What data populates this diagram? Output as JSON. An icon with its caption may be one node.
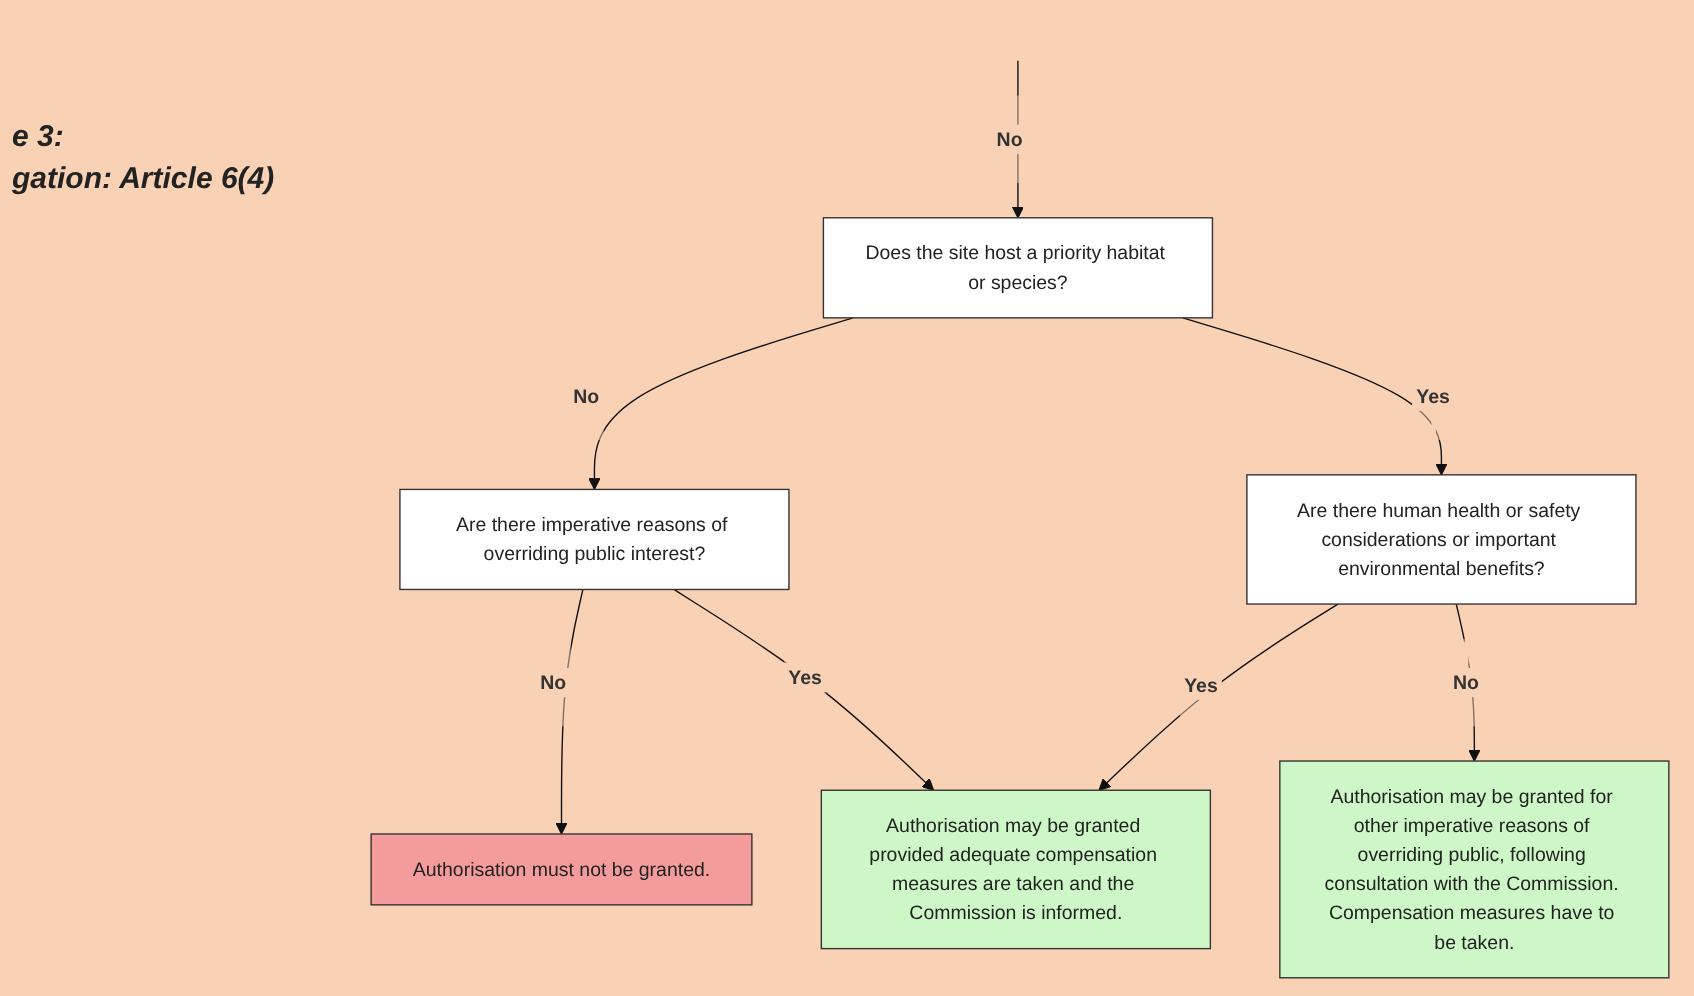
{
  "diagram": {
    "nodes": [
      {
        "text": [
          "Does the site host a priority habitat or species?"
        ]
      },
      {
        "text": [
          "Are there imperative reasons of overriding public interest?"
        ]
      },
      {
        "text": [
          "Are there human health or safety considerations or important environmental benefits?"
        ]
      },
      {
        "text": [
          "Authorisation must not be granted."
        ]
      },
      {
        "text": [
          "Authorisation may be granted provided adequate compensation measures are taken and the Commission is informed."
        ]
      },
      {
        "text": [
          "Authorisation may be granted for other imperative reasons of overriding public, following consultation with the Commission. Compensation measures have to be taken."
        ]
      }
    ],
    "edges": [
      {
        "from": null,
        "to": 0,
        "arrow": "to",
        "label": "No"
      },
      {
        "from": 0,
        "to": 1,
        "arrow": "to",
        "label": "No"
      },
      {
        "from": 0,
        "to": 2,
        "arrow": "to",
        "label": "Yes"
      },
      {
        "from": 1,
        "to": 3,
        "arrow": "to",
        "label": "No"
      },
      {
        "from": 1,
        "to": 4,
        "arrow": "to",
        "label": "Yes"
      },
      {
        "from": 2,
        "to": 4,
        "arrow": "to",
        "label": "Yes"
      },
      {
        "from": 2,
        "to": 5,
        "arrow": "to",
        "label": "No"
      }
    ],
    "labels": [
      "e 3:",
      "gation: Article 6(4)"
    ]
  }
}
